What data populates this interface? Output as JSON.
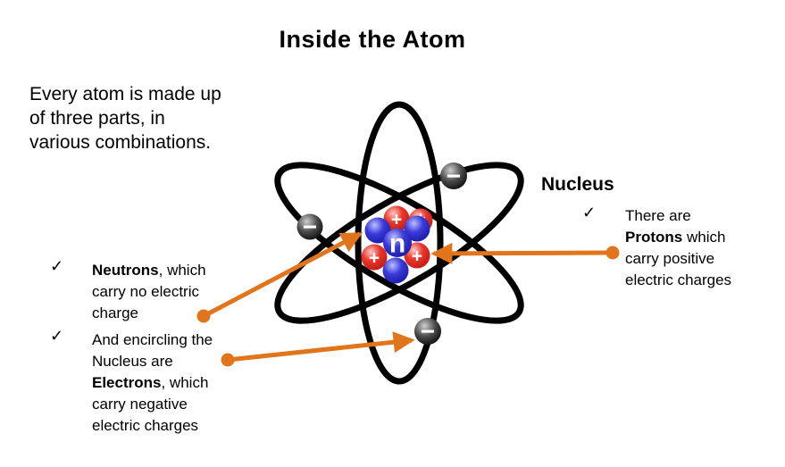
{
  "title": "Inside the Atom",
  "intro": [
    "Every atom is made up",
    "of three parts, in",
    "various combinations."
  ],
  "nucleus": {
    "heading": "Nucleus",
    "neutron_label": "n",
    "proton_symbol": "+",
    "electron_symbol": "−"
  },
  "bullets": {
    "checkmark": "✓",
    "protons": {
      "l1": "There are",
      "l2_bold": "Protons",
      "l2_rest": " which",
      "l3": "carry positive",
      "l4": "electric charges"
    },
    "neutrons": {
      "l1_bold": "Neutrons",
      "l1_rest": ", which",
      "l2": "carry no electric",
      "l3": "charge"
    },
    "electrons": {
      "l1": "And encircling the",
      "l2": "Nucleus are",
      "l3_bold": "Electrons",
      "l3_rest": ", which",
      "l4": "carry negative",
      "l5": "electric charges"
    }
  },
  "colors": {
    "arrow_orange": "#E0751C",
    "proton_red": "#DE2A20",
    "neutron_blue": "#2B2BD0",
    "electron_dark": "#1A1A1A",
    "orbit_black": "#000000"
  }
}
